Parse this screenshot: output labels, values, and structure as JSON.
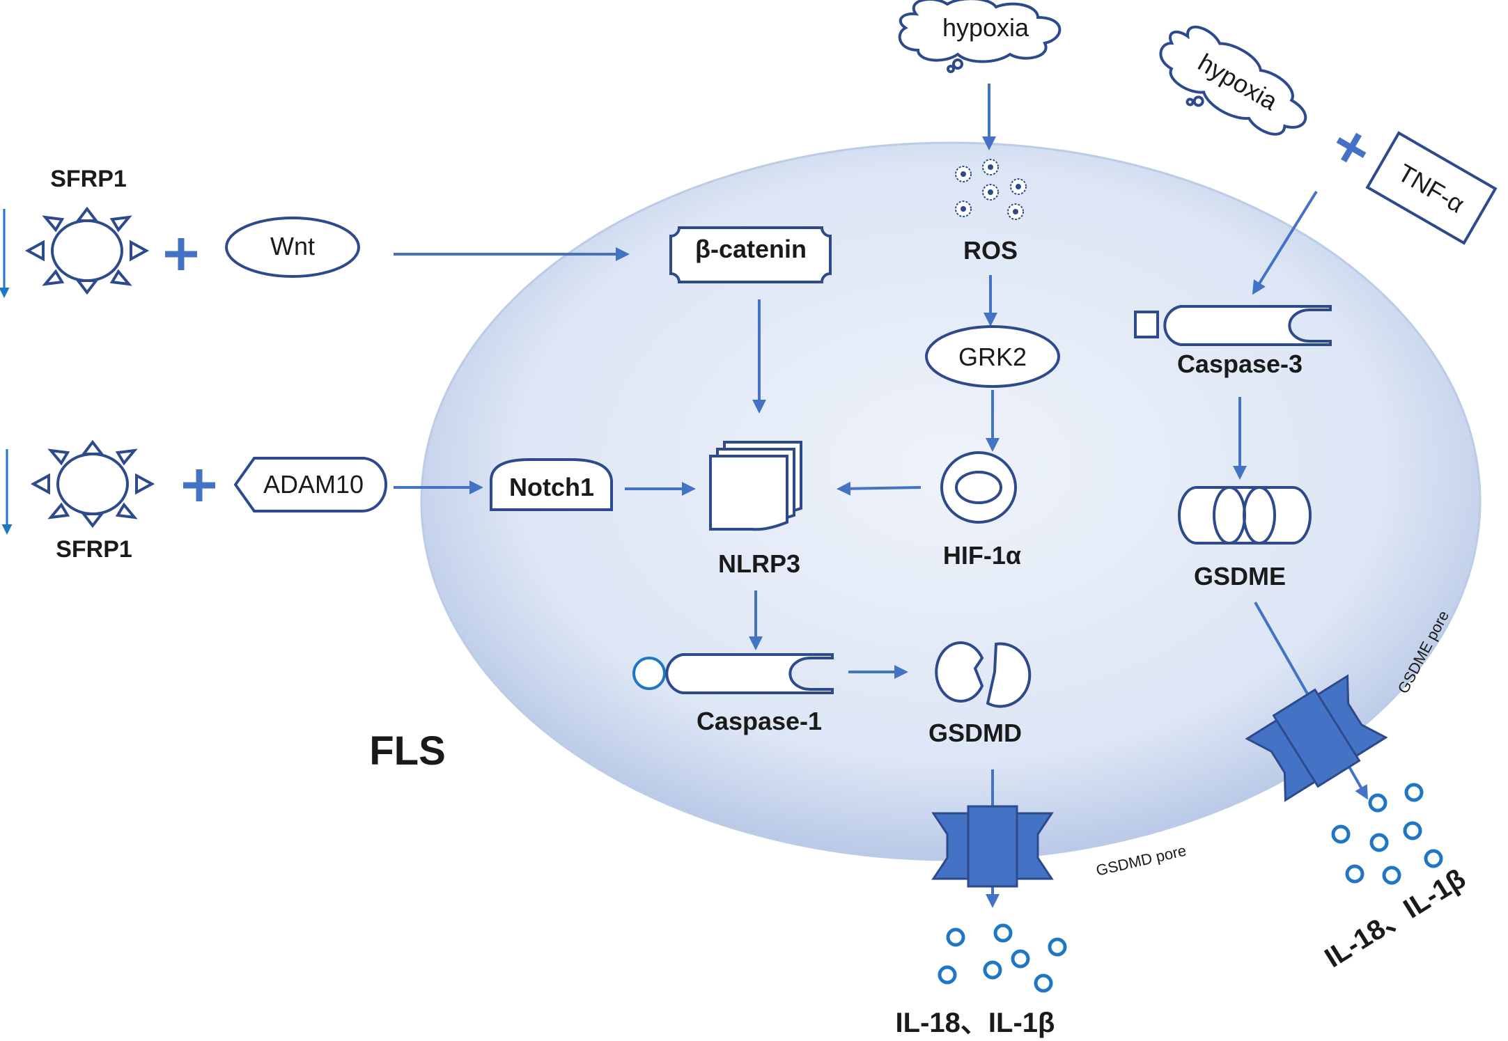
{
  "labels": {
    "hypoxia_top": "hypoxia",
    "hypoxia_right": "hypoxia",
    "tnf_alpha": "TNF-α",
    "sfrp1_top": "SFRP1",
    "sfrp1_bottom": "SFRP1",
    "wnt": "Wnt",
    "beta_catenin": "β-catenin",
    "ros": "ROS",
    "grk2": "GRK2",
    "adam10": "ADAM10",
    "notch1": "Notch1",
    "nlrp3": "NLRP3",
    "hif1a": "HIF-1α",
    "caspase3": "Caspase-3",
    "gsdme": "GSDME",
    "caspase1": "Caspase-1",
    "gsdmd": "GSDMD",
    "fls": "FLS",
    "gsdmd_pore": "GSDMD pore",
    "gsdme_pore": "GSDME pore",
    "il_bottom": "IL-18、IL-1β",
    "il_right": "IL-18、IL-1β"
  },
  "colors": {
    "cell_fill": "#dde6f5",
    "cell_edge": "#bccbe6",
    "outline": "#2c4a8c",
    "arrow": "#4472c4",
    "down_arrow": "#1f77c4",
    "pore": "#4472c4",
    "cytokine": "#1f77c4"
  }
}
